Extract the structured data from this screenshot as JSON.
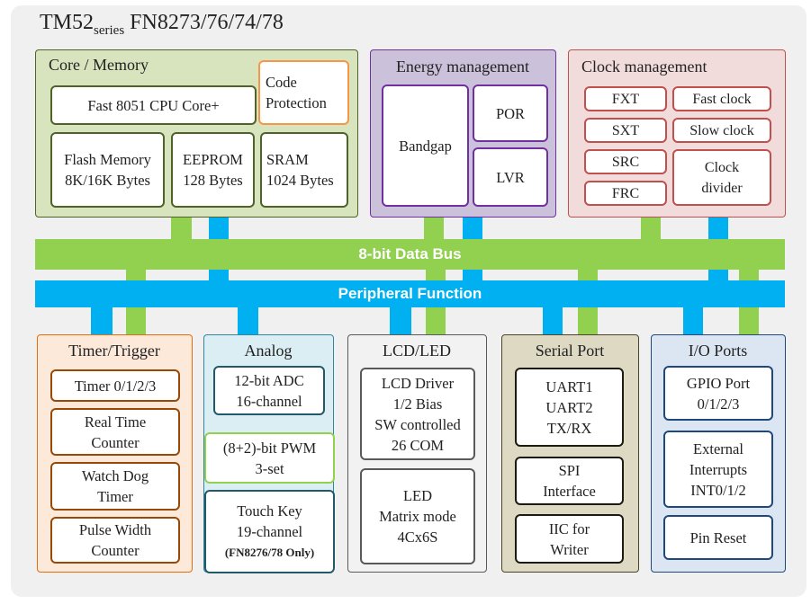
{
  "title": {
    "main": "TM52",
    "series": "series",
    "model": "FN8273/76/74/78"
  },
  "colors": {
    "data_bus": "#92d050",
    "peripheral_bus": "#00b0f0",
    "core_border": "#4f6228",
    "core_fill": "#d7e4bd",
    "energy_border": "#7030a0",
    "energy_fill": "#ccc1da",
    "clock_border": "#c0504d",
    "clock_fill": "#f2dcdb",
    "timer_border": "#984807",
    "timer_fill": "#fde9d9",
    "analog_border": "#215968",
    "analog_fill": "#dbeef4",
    "lcd_border": "#595959",
    "serial_border": "#4a452a",
    "serial_fill": "#ddd9c3",
    "io_border": "#1f497d",
    "io_fill": "#dce6f2"
  },
  "buses": {
    "data": "8-bit Data Bus",
    "peripheral": "Peripheral Function"
  },
  "core": {
    "label": "Core / Memory",
    "cpu": "Fast 8051 CPU Core+",
    "code_protection": [
      "Code",
      "Protection"
    ],
    "flash": [
      "Flash Memory",
      "8K/16K Bytes"
    ],
    "eeprom": [
      "EEPROM",
      "128 Bytes"
    ],
    "sram": [
      "SRAM",
      "1024 Bytes"
    ]
  },
  "energy": {
    "label": "Energy management",
    "bandgap": "Bandgap",
    "por": "POR",
    "lvr": "LVR"
  },
  "clock": {
    "label": "Clock management",
    "fxt": "FXT",
    "sxt": "SXT",
    "src": "SRC",
    "frc": "FRC",
    "fast": "Fast clock",
    "slow": "Slow clock",
    "divider": [
      "Clock",
      "divider"
    ]
  },
  "timer": {
    "label": "Timer/Trigger",
    "timer": "Timer 0/1/2/3",
    "rtc": [
      "Real Time",
      "Counter"
    ],
    "wdt": [
      "Watch Dog",
      "Timer"
    ],
    "pwc": [
      "Pulse Width",
      "Counter"
    ]
  },
  "analog": {
    "label": "Analog",
    "adc": [
      "12-bit ADC",
      "16-channel"
    ],
    "pwm": [
      "(8+2)-bit PWM",
      "3-set"
    ],
    "touch": [
      "Touch Key",
      "19-channel"
    ],
    "touch_note": "(FN8276/78 Only)"
  },
  "lcd": {
    "label": "LCD/LED",
    "driver": [
      "LCD Driver",
      "1/2 Bias",
      "SW controlled",
      "26 COM"
    ],
    "led": [
      "LED",
      "Matrix mode",
      "4Cx6S"
    ]
  },
  "serial": {
    "label": "Serial Port",
    "uart": [
      "UART1",
      "UART2",
      "TX/RX"
    ],
    "spi": [
      "SPI",
      "Interface"
    ],
    "iic": [
      "IIC for",
      "Writer"
    ]
  },
  "io": {
    "label": "I/O Ports",
    "gpio": [
      "GPIO Port",
      "0/1/2/3"
    ],
    "ext": [
      "External",
      "Interrupts",
      "INT0/1/2"
    ],
    "reset": "Pin Reset"
  }
}
